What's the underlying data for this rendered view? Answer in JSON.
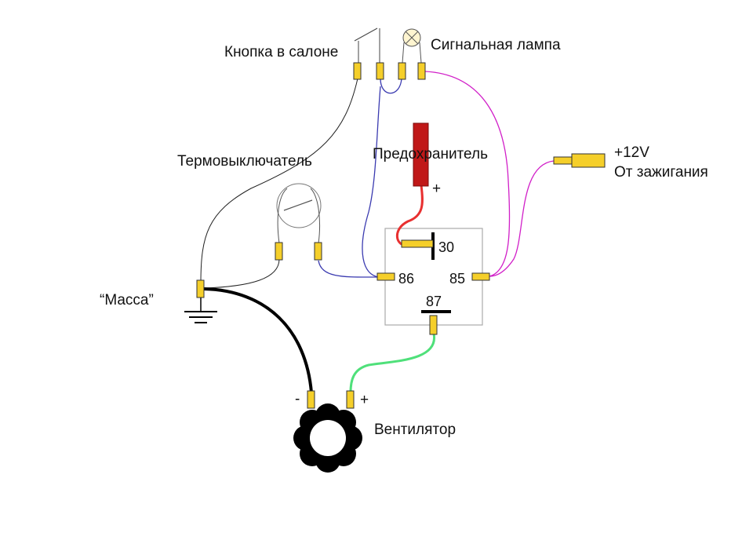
{
  "labels": {
    "button": "Кнопка в салоне",
    "lamp": "Сигнальная лампа",
    "thermo": "Термовыключатель",
    "fuse": "Предохранитель",
    "fuse_plus": "+",
    "ignition_1": "+12V",
    "ignition_2": "От зажигания",
    "ground": "“Масса”",
    "fan": "Вентилятор",
    "fan_minus": "-",
    "fan_plus": "+"
  },
  "relay": {
    "pin30": "30",
    "pin86": "86",
    "pin85": "85",
    "pin87": "87"
  },
  "colors": {
    "thin_black": "#222222",
    "blue": "#3a3ab0",
    "magenta": "#d11fc8",
    "red": "#e83030",
    "green": "#4fe07a",
    "fuse": "#c01818",
    "connector": "#f5cf2a"
  }
}
